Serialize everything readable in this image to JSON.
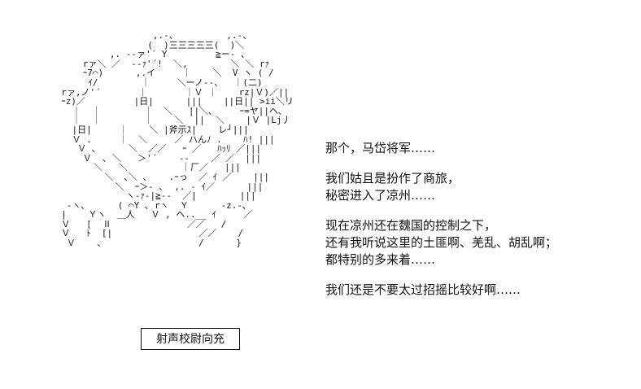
{
  "scene": {
    "background_color": "#ffffff",
    "text_color": "#111111"
  },
  "ascii_art": {
    "name": "character-ascii-art",
    "content": "                   ,.-、         ,.-、\n                  (  )三三三三三(  )＼\n           ,. -‐ァ'´ Y         ≧ー- 、\n      rァ＼ ／  -‐ｧ'´!  ＼,        ＼ ＼ rｧ\n      ｰ7⌒)      ,.イ     ｜    ＼  V ヽ ( /\n       ｲ/        ｜     ＼ーノ‐-、  ｜(二)\n  rァ,ノ'´       ｜       ｜Ｖ ｜    rz|Ｖ)／||\n  ｰz)／         |日|      |||    ||日|| >ii＼リ\n    ｜  ｜        ｜  ＼   ||＼､     ｰ=ヤ||ヘ､\n    ｜  ｜        ｜    ＼  ||  ＼    |Ｖ |Lj丿\n    |日|     ｜    ＼ |斧示ｽ|    レ┘|||\n    Ｖ .     ｜  ＼     ／ ハんﾉ .    ﾊ! |||\n     Ｖ ､      ＼  ／／   ｰ ／   ﾊｯﾘ ／|||\n      Ｖ  ､ ＼   ＞'´    ‐-    ／ ／  |||\n        ＼   ＼          ｜厂／   |||\n          ＼  ､＼ ､    .ｰっ  ／ ｲ ／    |||\n            ＼  ｰ＞‐ ､  ,. ‐ ｲ／      |||\n              ヽ-ｧ-|≧-‐  ／|        |||\n   ‐ヽ､      ( ⌒Y ､ rヽ  Ｙ      -z.‐､\n  |    Ｙヽ  ＿人   Ｖ , ヘ..__ ｲ     ／\n  Ｖ   [  Ⅱ              ／／   /\n  Ｖ   ﾄ  [|                ／／    /\n   Ｖ    ､                  /      }"
  },
  "dialogue": {
    "paragraphs": [
      {
        "lines": [
          "那个，马岱将军……"
        ]
      },
      {
        "lines": [
          "我们姑且是扮作了商旅，",
          "秘密进入了凉州……"
        ]
      },
      {
        "lines": [
          "现在凉州还在魏国的控制之下，",
          "还有我听说这里的土匪啊、羌乱、胡乱啊；",
          "都特别的多来着……"
        ]
      },
      {
        "lines": [
          "我们还是不要太过招摇比较好啊……"
        ]
      }
    ]
  },
  "name_plate": {
    "speaker": "射声校尉向充"
  }
}
